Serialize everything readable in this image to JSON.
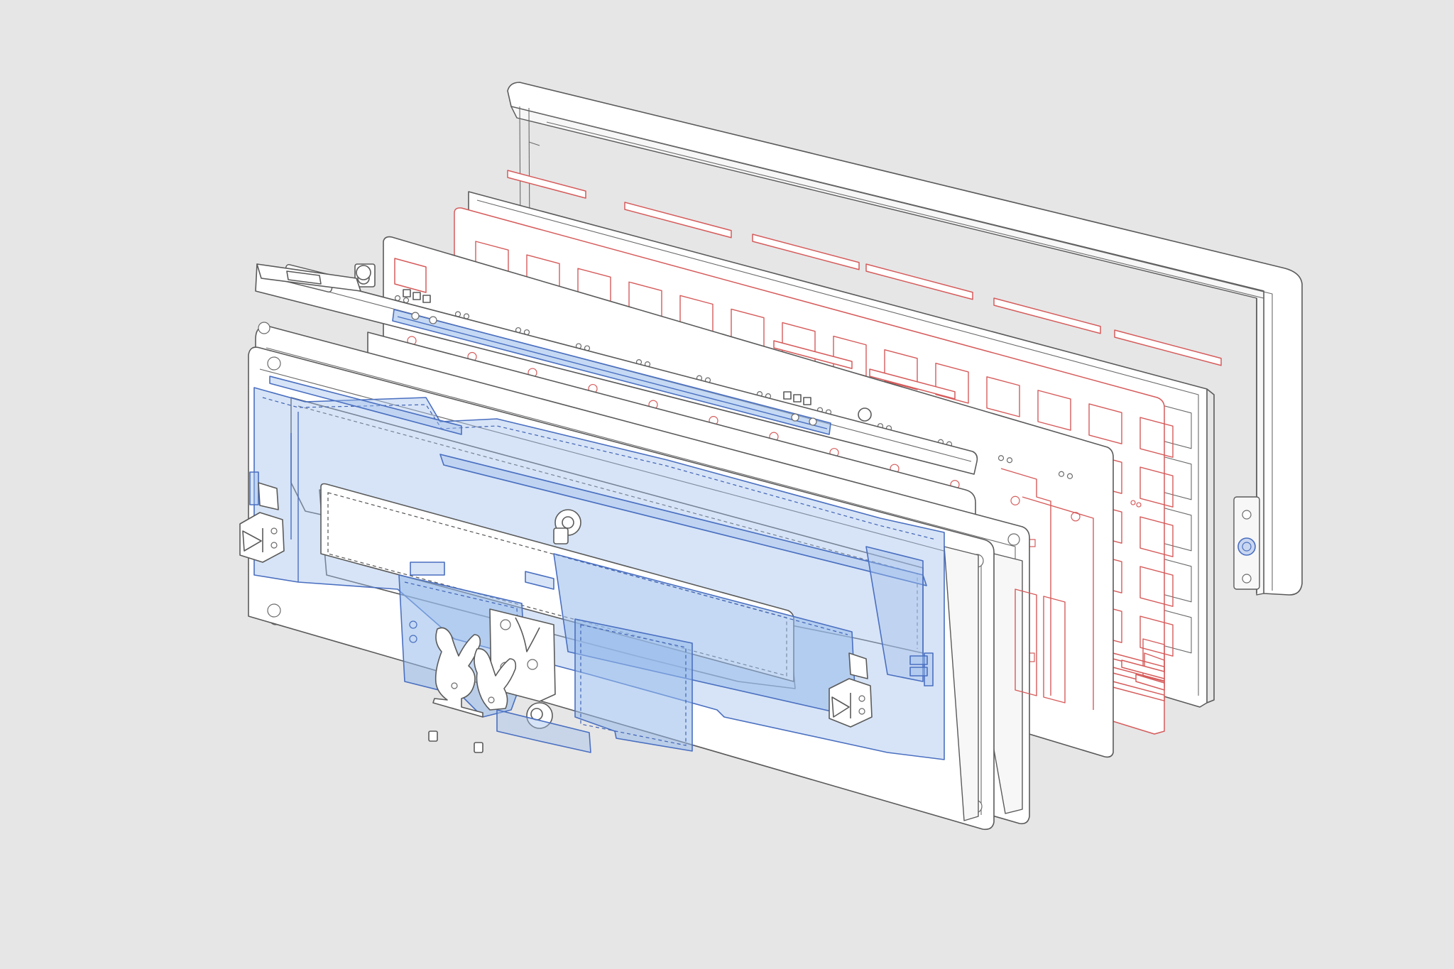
{
  "colors": {
    "background": "#e6e6e6",
    "case_outline": "#5a5a5a",
    "pcb_plate_outline": "#d65b5b",
    "foam_gasket_fill": "#a0bee8",
    "foam_gasket_outline": "#4a6fc0"
  },
  "icons": {
    "bunny_weight": "bunny-weight-icon",
    "screw": "screw-icon",
    "usb_daughterboard": "usb-daughterboard-icon"
  },
  "diagram": {
    "type": "exploded-view",
    "layers_back_to_front": [
      "top-case",
      "switch-plate",
      "pcb",
      "plate-foam",
      "bottom-case-frame",
      "case-foam",
      "bottom-case",
      "weight"
    ]
  }
}
